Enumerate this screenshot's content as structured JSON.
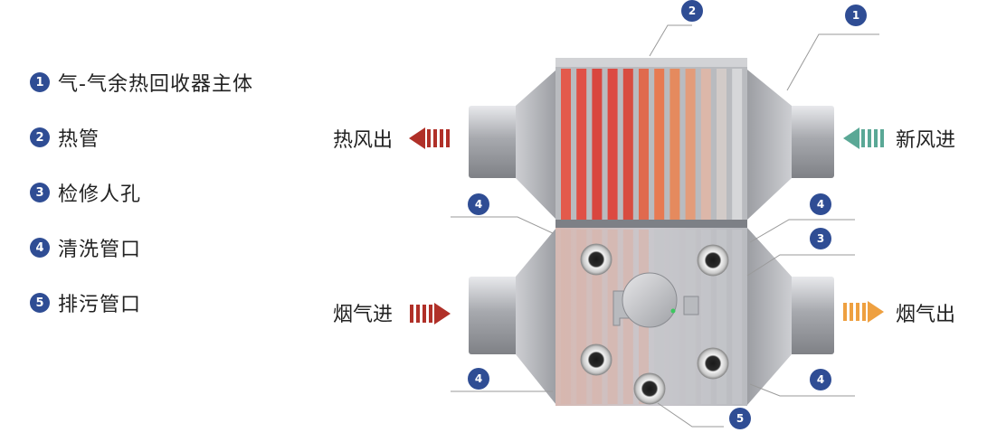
{
  "legend": {
    "items": [
      {
        "num": "1",
        "label": "气-气余热回收器主体"
      },
      {
        "num": "2",
        "label": "热管"
      },
      {
        "num": "3",
        "label": "检修人孔"
      },
      {
        "num": "4",
        "label": "清洗管口"
      },
      {
        "num": "5",
        "label": "排污管口"
      }
    ]
  },
  "flows": {
    "hot_air_out": "热风出",
    "fresh_air_in": "新风进",
    "flue_gas_in": "烟气进",
    "flue_gas_out": "烟气出"
  },
  "callouts": {
    "c1": "1",
    "c2": "2",
    "c3": "3",
    "c4": "4",
    "c5": "5"
  },
  "colors": {
    "badge": "#2f4d94",
    "hot_arrow": "#b03028",
    "fresh_arrow": "#5aa896",
    "flue_out_arrow": "#eea040"
  }
}
